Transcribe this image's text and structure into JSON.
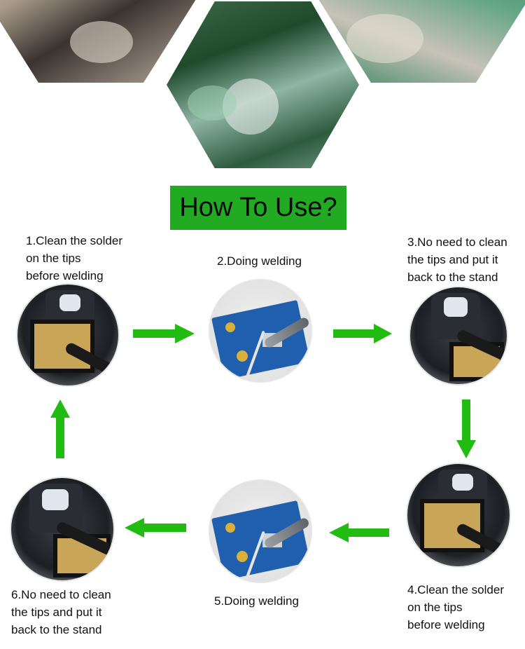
{
  "title": "How To Use?",
  "steps": {
    "s1": {
      "line1": "1.Clean the solder",
      "line2": "on the tips",
      "line3": "before welding"
    },
    "s2": {
      "line1": "2.Doing welding"
    },
    "s3": {
      "line1": "3.No need to clean",
      "line2": "the tips  and put it",
      "line3": "back to the stand"
    },
    "s4": {
      "line1": "4.Clean the solder",
      "line2": "on the tips",
      "line3": "before welding"
    },
    "s5": {
      "line1": "5.Doing welding"
    },
    "s6": {
      "line1": "6.No need to clean",
      "line2": "the tips  and put it",
      "line3": "back to the stand"
    }
  },
  "colors": {
    "accent": "#22aa22",
    "arrow": "#22bb11"
  }
}
